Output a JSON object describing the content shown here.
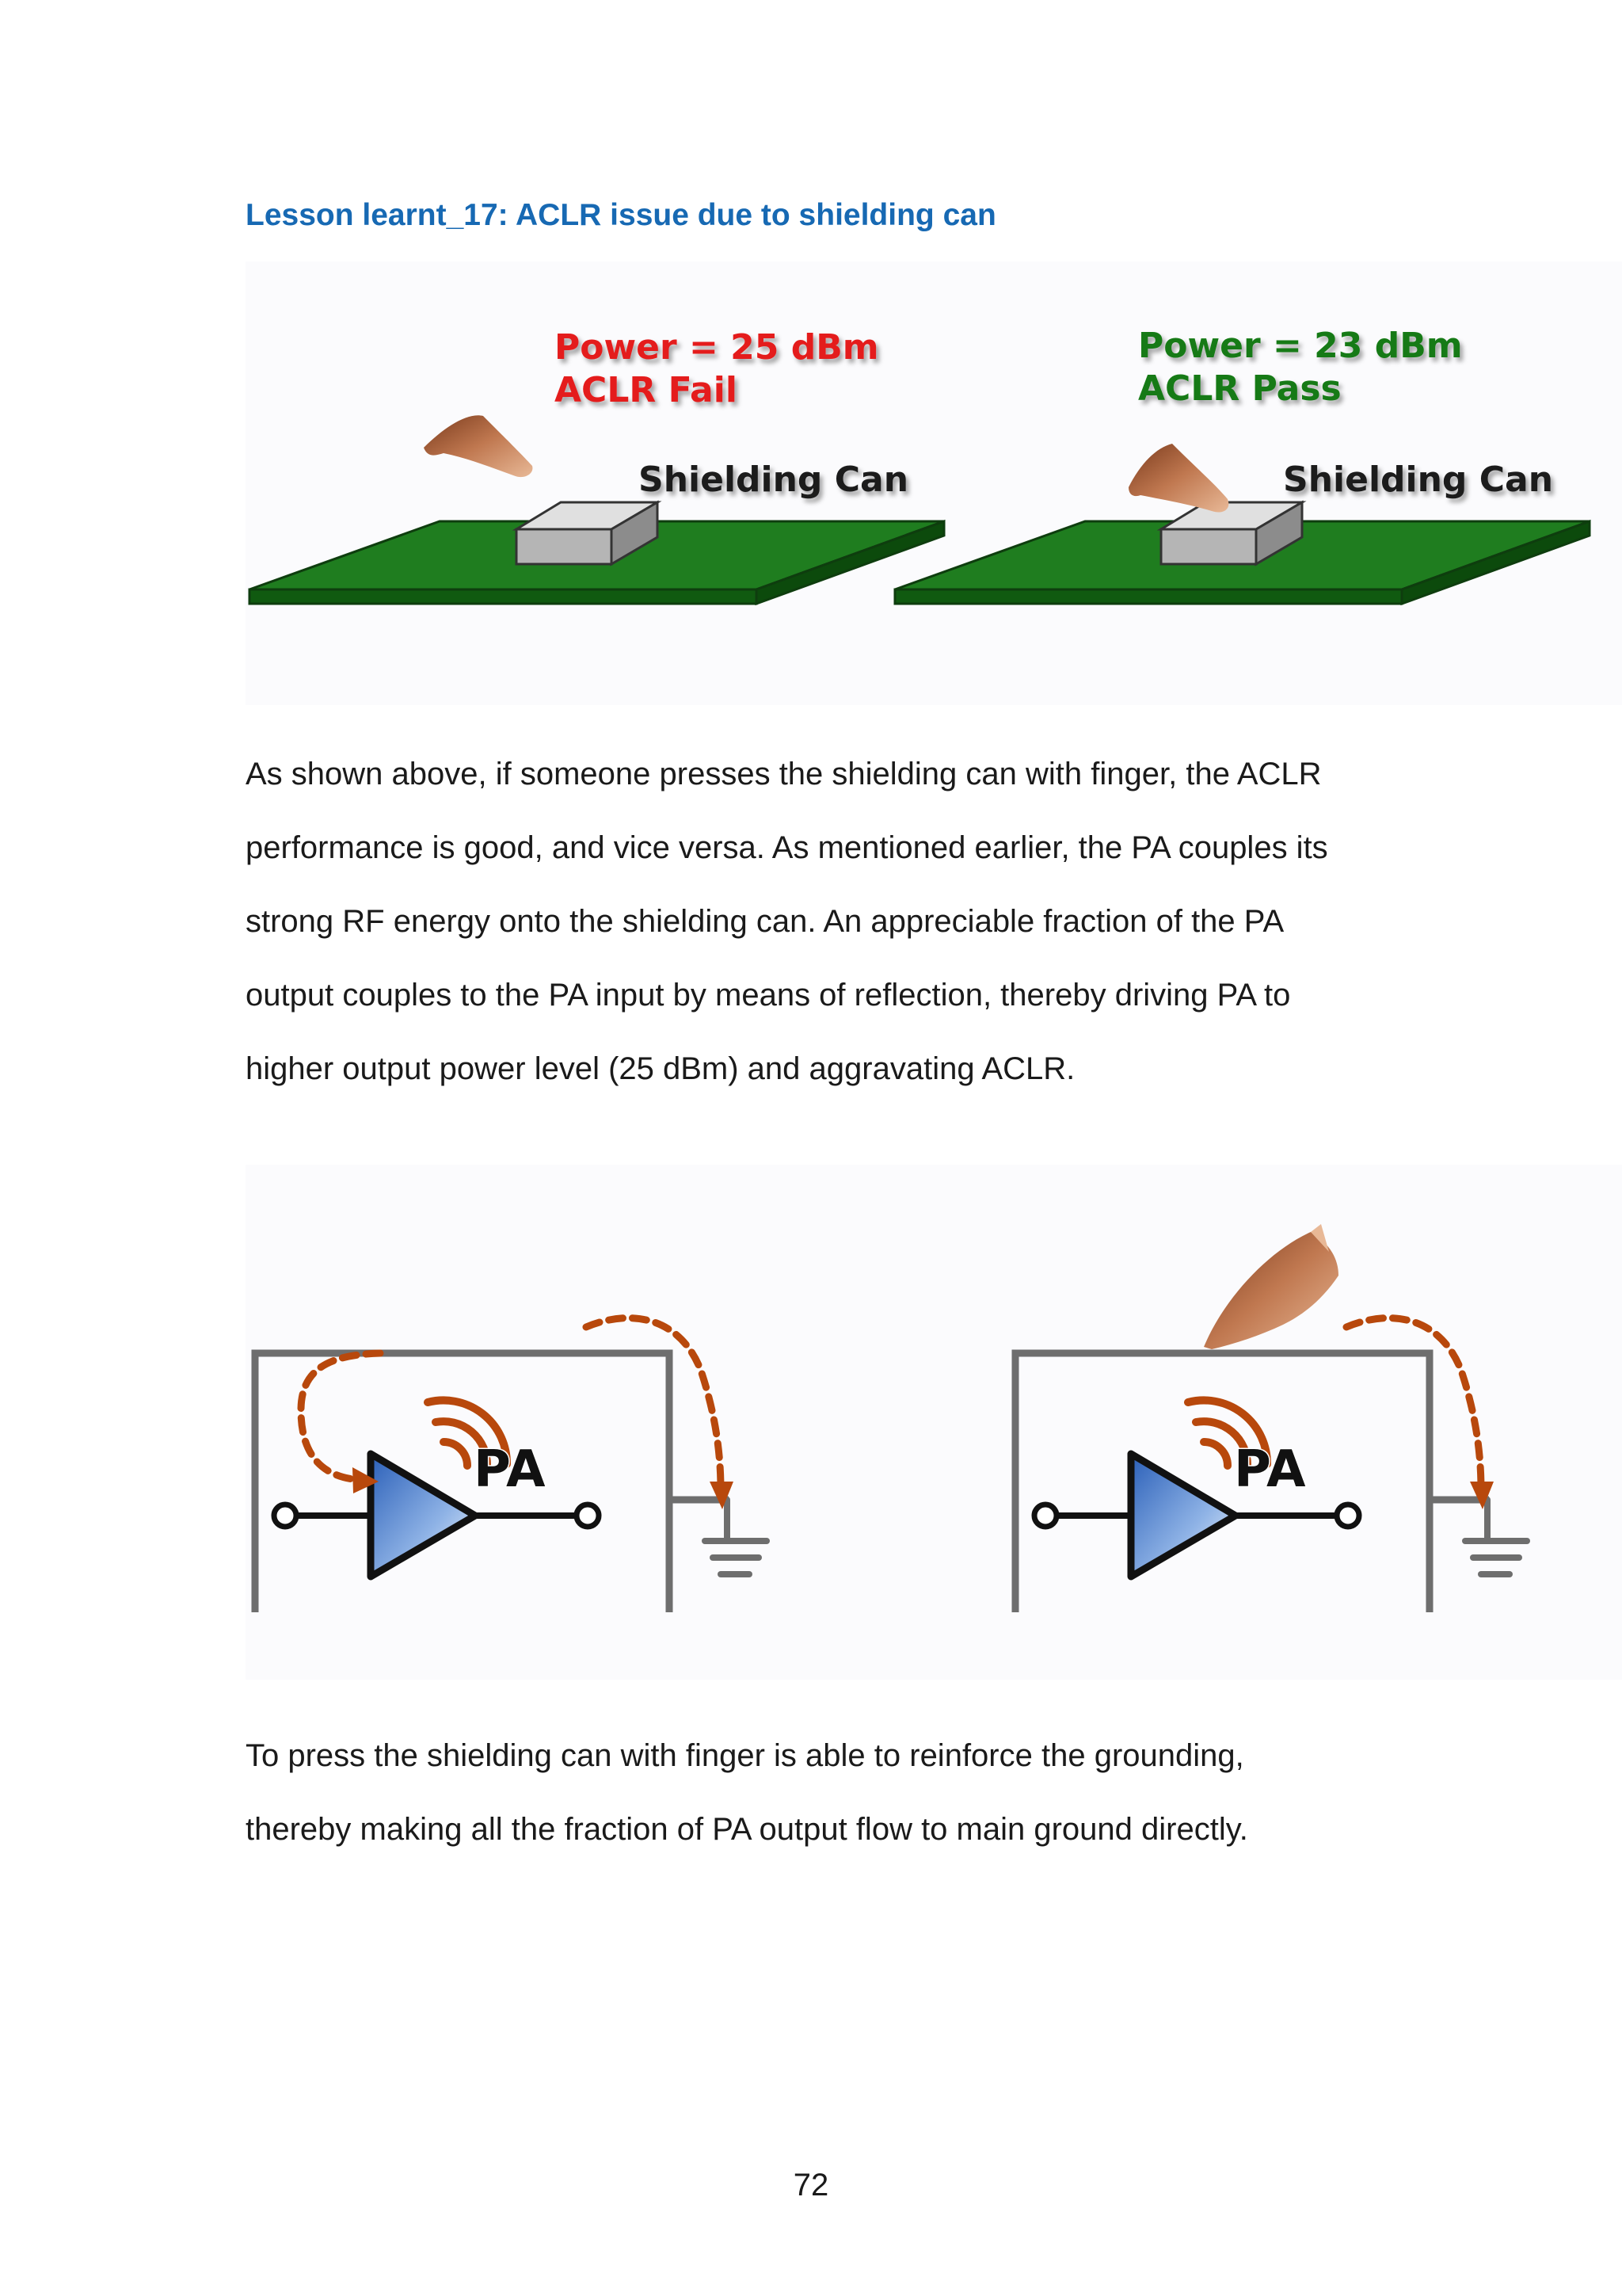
{
  "heading": "Lesson learnt_17: ACLR issue due to shielding can",
  "figure1": {
    "left_panel": {
      "power_label": "Power = 25 dBm",
      "aclr_label": "ACLR Fail",
      "can_label": "Shielding Can"
    },
    "right_panel": {
      "power_label": "Power = 23 dBm",
      "aclr_label": "ACLR Pass",
      "can_label": "Shielding Can"
    }
  },
  "paragraph1": [
    "As shown above, if someone presses the shielding can with finger, the ACLR",
    "performance is good, and vice versa. As mentioned earlier, the PA couples its",
    "strong RF energy onto the shielding can. An appreciable fraction of the PA",
    "output couples to the PA input by means of reflection, thereby driving PA to",
    "higher output power level (25 dBm) and aggravating ACLR."
  ],
  "figure2": {
    "left_pa_label": "PA",
    "right_pa_label": "PA"
  },
  "paragraph2": [
    "To press the shielding can with finger is able to reinforce the grounding,",
    "thereby making all the fraction of PA output flow to main ground directly."
  ],
  "page_number": "72",
  "colors": {
    "heading": "#1769b3",
    "fail": "#e41b1b",
    "pass": "#127a12",
    "pcb": "#187a18",
    "coupling_arrow": "#b8480c",
    "amplifier": "#5d8fd6"
  }
}
